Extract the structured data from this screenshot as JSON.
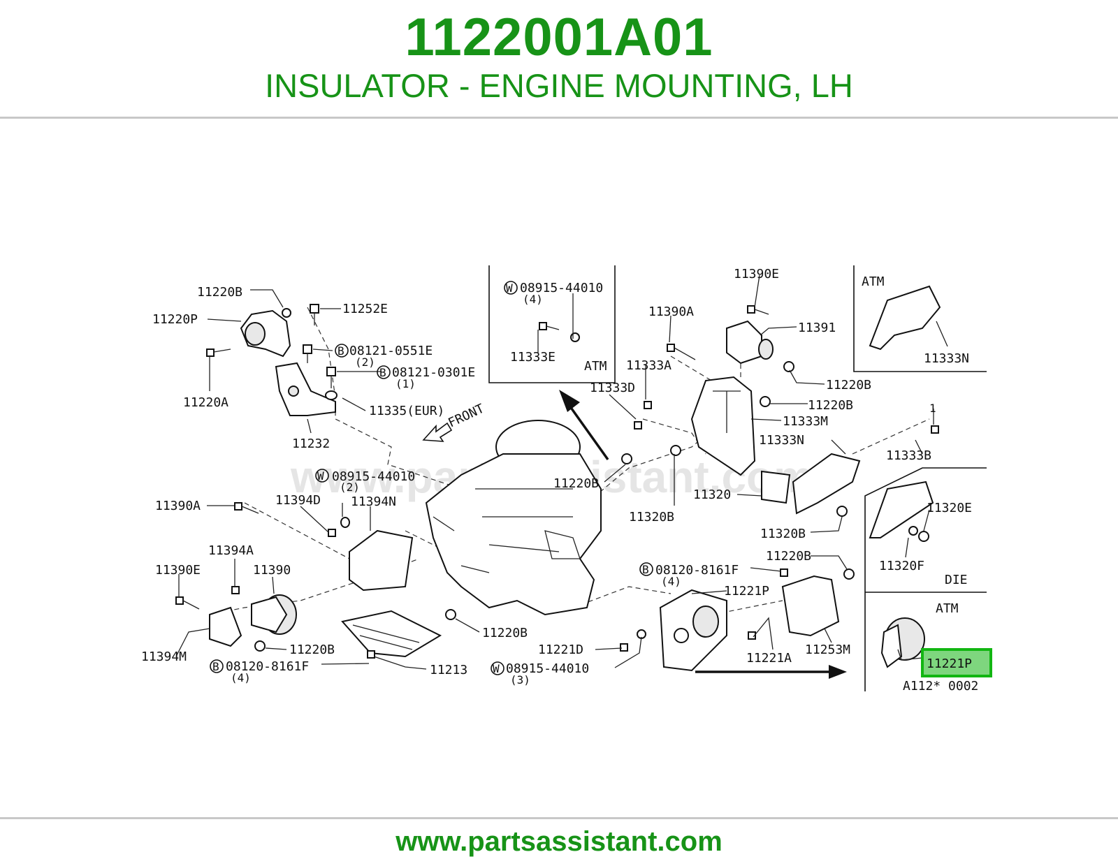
{
  "header": {
    "part_number": "1122001A01",
    "description": "INSULATOR - ENGINE MOUNTING, LH"
  },
  "footer": {
    "url": "www.partsassistant.com"
  },
  "colors": {
    "brand_green": "#179317",
    "highlight_fill": "#7ed67e",
    "highlight_border": "#12b612",
    "rule": "#c8c8c8"
  },
  "diagram": {
    "watermark": "www.partsassistant.com",
    "front_label": "FRONT",
    "ref_code": "A112* 0002",
    "highlighted_label": "11221P",
    "insets": {
      "atm_top_left": "ATM",
      "atm_top_right": "ATM",
      "die": "DIE",
      "atm_bottom_right": "ATM"
    },
    "labels": {
      "l11220B_1": "11220B",
      "l11252E": "11252E",
      "l11220P": "11220P",
      "l08121_0551E": "08121-0551E",
      "q2a": "(2)",
      "l08121_0301E": "08121-0301E",
      "q1": "(1)",
      "l11220A": "11220A",
      "l11335": "11335(EUR)",
      "l11232": "11232",
      "w08915_a": "08915-44010",
      "q4a": "(4)",
      "l11333E": "11333E",
      "l11390E_1": "11390E",
      "l11390A_1": "11390A",
      "l11391": "11391",
      "l11333A": "11333A",
      "l11220B_2": "11220B",
      "l11333D": "11333D",
      "l11220B_3": "11220B",
      "l11333M": "11333M",
      "l11333N_1": "11333N",
      "l11333N_2": "11333N",
      "l11333B": "11333B",
      "n1": "1",
      "w08915_b": "08915-44010",
      "q2b": "(2)",
      "l11394D": "11394D",
      "l11394N": "11394N",
      "l11390A_2": "11390A",
      "l11220B_4": "11220B",
      "l11320": "11320",
      "l11320B_1": "11320B",
      "l11320B_2": "11320B",
      "l11320E": "11320E",
      "l11320F": "11320F",
      "l11394A": "11394A",
      "l11390E_2": "11390E",
      "l11390": "11390",
      "l11220B_5": "11220B",
      "b08120_a": "08120-8161F",
      "q4b": "(4)",
      "l11221P_1": "11221P",
      "l11220B_6": "11220B",
      "l11394M": "11394M",
      "l11220B_7": "11220B",
      "b08120_b": "08120-8161F",
      "q4c": "(4)",
      "l11213": "11213",
      "l11221D": "11221D",
      "w08915_c": "08915-44010",
      "q3": "(3)",
      "l11221A": "11221A",
      "l11253M": "11253M"
    }
  }
}
